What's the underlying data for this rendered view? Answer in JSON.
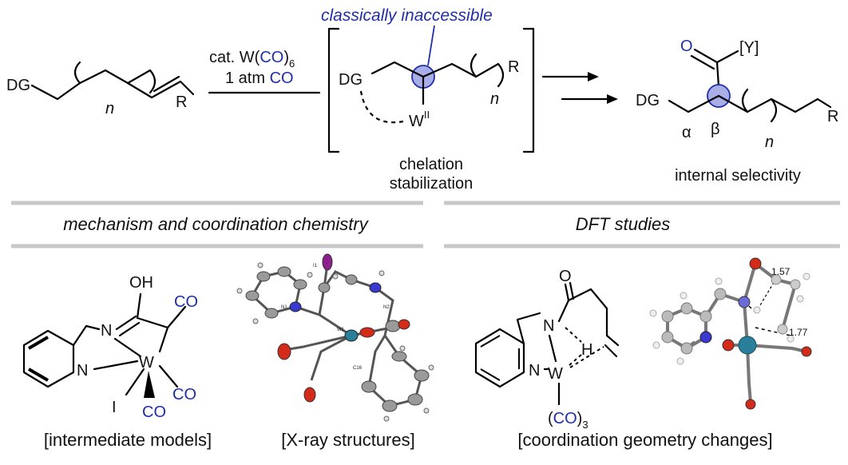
{
  "top": {
    "start": {
      "dg": "DG",
      "n": "n",
      "r": "R"
    },
    "conditions": {
      "catalyst": "cat. W(",
      "co_a": "CO",
      "close_a": ")",
      "sub6": "6",
      "pressure": "1 atm ",
      "co_b": "CO"
    },
    "intermediate": {
      "note": "classically inaccessible",
      "dg": "DG",
      "n": "n",
      "r": "R",
      "metal": "W",
      "metal_ox": "II",
      "caption_1": "chelation",
      "caption_2": "stabilization"
    },
    "product": {
      "o": "O",
      "y": "[Y]",
      "dg": "DG",
      "alpha": "α",
      "beta": "β",
      "n": "n",
      "r": "R",
      "caption": "internal selectivity"
    }
  },
  "sections": {
    "left_header": "mechanism and coordination chemistry",
    "right_header": "DFT studies"
  },
  "panels": {
    "models": {
      "oh": "OH",
      "n1": "N",
      "n2": "N",
      "w": "W",
      "co1": "CO",
      "co2": "CO",
      "co3": "CO",
      "i": "I",
      "caption": "[intermediate models]"
    },
    "xray": {
      "i1": "I1",
      "n1": "N1",
      "n2": "N2",
      "w1": "W1",
      "c16": "C16",
      "caption": "[X-ray structures]"
    },
    "dft_model": {
      "o": "O",
      "n1": "N",
      "n2": "N",
      "h": "H",
      "w": "W",
      "co_open": "(",
      "co": "CO",
      "co_close": ")",
      "sub3": "3",
      "caption": "[coordination geometry changes]"
    },
    "dft_render": {
      "d1": "1.57",
      "d2": "1.77"
    }
  },
  "colors": {
    "accent_blue": "#1f2fa8",
    "highlight_circle": "#a9aee8",
    "divider_gray": "#c8c8c8",
    "oxygen_red": "#d42a1a",
    "nitrogen_blue": "#3a3ad0",
    "iodine_purple": "#8b1f8b",
    "tungsten_teal": "#2a7f9a"
  }
}
